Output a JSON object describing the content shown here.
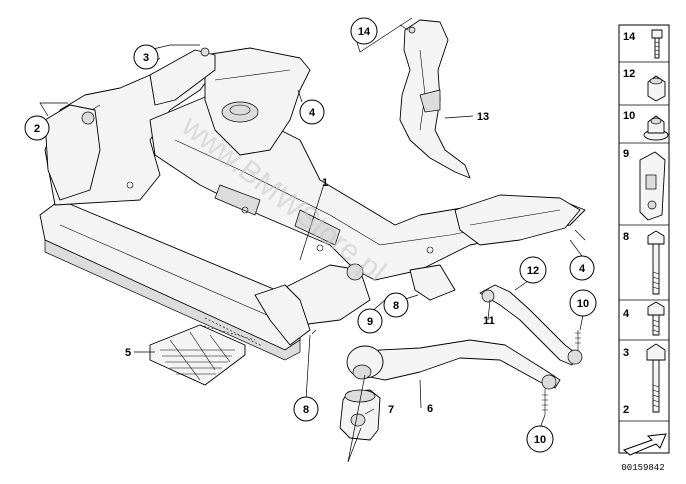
{
  "callouts": {
    "c1": "1",
    "c2": "2",
    "c3": "3",
    "c4a": "4",
    "c4b": "4",
    "c5": "5",
    "c6": "6",
    "c7": "7",
    "c8a": "8",
    "c8b": "8",
    "c9": "9",
    "c10a": "10",
    "c10b": "10",
    "c11": "11",
    "c12": "12",
    "c13": "13",
    "c14": "14"
  },
  "sidebar": {
    "items": [
      {
        "label": "14"
      },
      {
        "label": "12"
      },
      {
        "label": "10"
      },
      {
        "label": "9"
      },
      {
        "label": "8"
      },
      {
        "label": "4"
      },
      {
        "label": "3"
      },
      {
        "label": "2"
      }
    ]
  },
  "watermark": "www.BMWStore.pl",
  "catalog_number": "00159842"
}
